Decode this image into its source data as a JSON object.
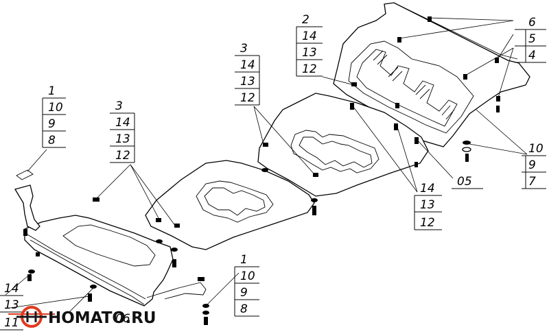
{
  "callouts": {
    "c1": [
      "1",
      "10",
      "9",
      "8"
    ],
    "c2": [
      "3",
      "14",
      "13",
      "12"
    ],
    "c3": [
      "3",
      "14",
      "13",
      "12"
    ],
    "c4": [
      "2",
      "14",
      "13",
      "12"
    ],
    "c5": [
      "6",
      "5",
      "4"
    ],
    "c6": [
      "10",
      "9",
      "7"
    ],
    "c7": [
      "14",
      "13",
      "12"
    ],
    "c8": "05",
    "c9": [
      "1",
      "10",
      "9",
      "8"
    ],
    "c10": [
      "14",
      "13",
      "11"
    ],
    "c11": "06"
  },
  "logo": {
    "text": "HOMATO.RU",
    "colors": {
      "accent": "#e03a1e",
      "dark": "#1a1a1a"
    }
  }
}
